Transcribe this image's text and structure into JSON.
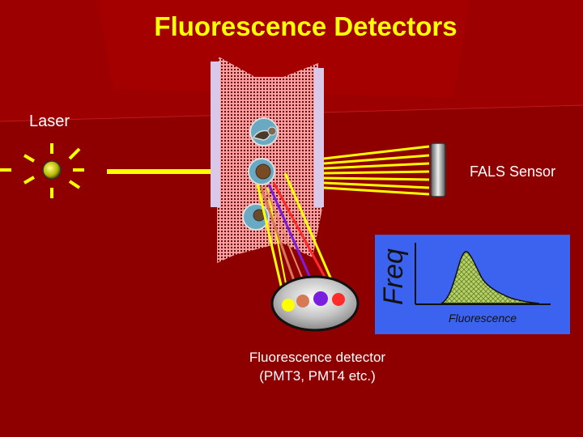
{
  "title": "Fluorescence Detectors",
  "labels": {
    "laser": "Laser",
    "fals_sensor": "FALS Sensor",
    "detector_line1": "Fluorescence detector",
    "detector_line2": "(PMT3, PMT4 etc.)"
  },
  "histogram": {
    "ylabel": "Freq",
    "xlabel": "Fluorescence"
  },
  "colors": {
    "background": "#8e0000",
    "title": "#ffff00",
    "beam": "#ffff00",
    "histogram_panel": "#3b63f0"
  },
  "emission_colors": [
    "#ffff00",
    "#d67a55",
    "#7a1fe0",
    "#ff2a2a"
  ]
}
